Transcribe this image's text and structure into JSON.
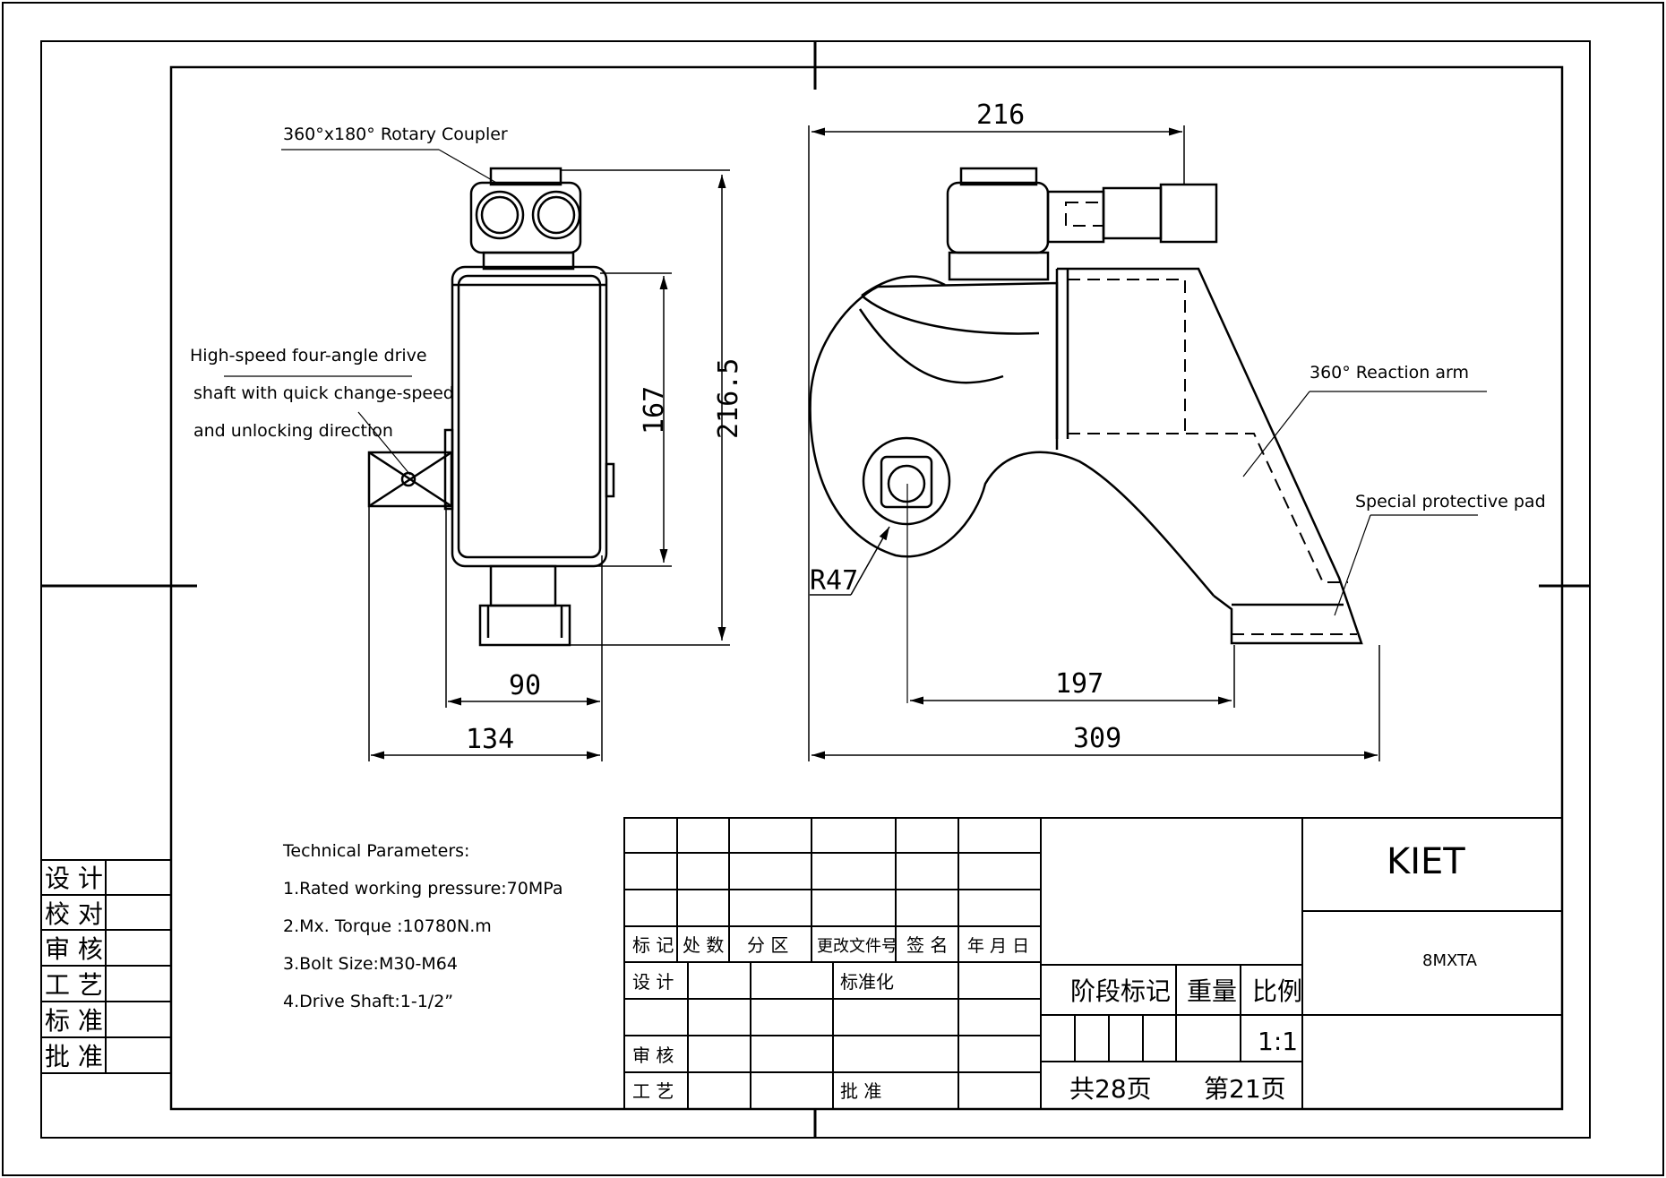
{
  "callouts": {
    "rotary_coupler": "360°x180° Rotary Coupler",
    "drive_shaft_line1": "High-speed four-angle drive",
    "drive_shaft_line2": "shaft with quick change-speed",
    "drive_shaft_line3": "and unlocking direction",
    "reaction_arm": "360° Reaction arm",
    "protective_pad": "Special protective pad",
    "radius": "R47"
  },
  "dimensions": {
    "side_height_total": "216.5",
    "side_body_height": "167",
    "side_width_body": "90",
    "side_width_total": "134",
    "front_width_top": "216",
    "front_center_to_end": "197",
    "front_length_total": "309"
  },
  "technical": {
    "title": "Technical Parameters:",
    "items": [
      "1.Rated working pressure:70MPa",
      "2.Mx. Torque :10780N.m",
      "3.Bolt Size:M30-M64",
      "4.Drive Shaft:1-1/2”"
    ]
  },
  "left_box": [
    "设 计",
    "校 对",
    "审 核",
    "工 艺",
    "标 准",
    "批 准"
  ],
  "title_block": {
    "headers": [
      "标 记",
      "处 数",
      "分 区",
      "更改文件号",
      "签 名",
      "年 月 日"
    ],
    "design": "设 计",
    "standardize": "标准化",
    "review": "审 核",
    "process": "工 艺",
    "approve": "批 准",
    "stage_mark": "阶段标记",
    "weight": "重量",
    "scale_label": "比例",
    "scale_value": "1:1",
    "total_pages": "共28页",
    "page_no": "第21页",
    "company": "KIET",
    "model": "8MXTA"
  }
}
